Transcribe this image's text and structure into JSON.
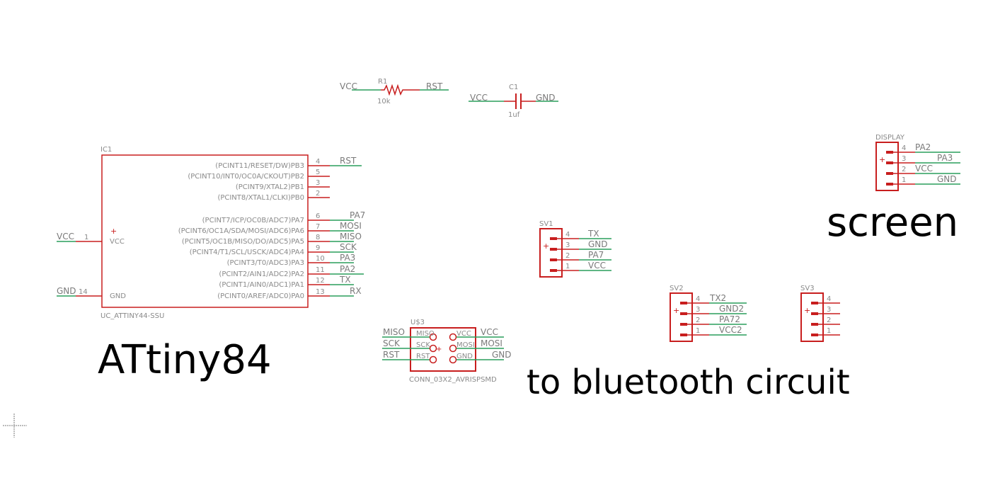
{
  "annotations": {
    "attiny": "ATtiny84",
    "screen": "screen",
    "bluetooth": "to bluetooth circuit"
  },
  "colors": {
    "part": "#c81e1e",
    "wire": "#2a9d5c",
    "text": "#8a8a8a"
  },
  "ic1": {
    "name": "IC1",
    "value": "UC_ATTINY44-SSU",
    "left_pins": [
      {
        "num": "1",
        "name": "VCC",
        "net": "VCC",
        "plus": true
      },
      {
        "num": "14",
        "name": "GND",
        "net": "GND"
      }
    ],
    "right_pins": [
      {
        "num": "4",
        "name": "(PCINT11/RESET/DW)PB3",
        "net": "RST"
      },
      {
        "num": "5",
        "name": "(PCINT10/INT0/OC0A/CKOUT)PB2",
        "net": ""
      },
      {
        "num": "3",
        "name": "(PCINT9/XTAL2)PB1",
        "net": ""
      },
      {
        "num": "2",
        "name": "(PCINT8/XTAL1/CLKI)PB0",
        "net": ""
      },
      {
        "num": "6",
        "name": "(PCINT7/ICP/OC0B/ADC7)PA7",
        "net": "PA7"
      },
      {
        "num": "7",
        "name": "(PCINT6/OC1A/SDA/MOSI/ADC6)PA6",
        "net": "MOSI"
      },
      {
        "num": "8",
        "name": "(PCINT5/OC1B/MISO/DO/ADC5)PA5",
        "net": "MISO"
      },
      {
        "num": "9",
        "name": "(PCINT4/T1/SCL/USCK/ADC4)PA4",
        "net": "SCK"
      },
      {
        "num": "10",
        "name": "(PCINT3/T0/ADC3)PA3",
        "net": "PA3"
      },
      {
        "num": "11",
        "name": "(PCINT2/AIN1/ADC2)PA2",
        "net": "PA2"
      },
      {
        "num": "12",
        "name": "(PCINT1/AIN0/ADC1)PA1",
        "net": "TX"
      },
      {
        "num": "13",
        "name": "(PCINT0/AREF/ADC0)PA0",
        "net": "RX"
      }
    ]
  },
  "r1": {
    "name": "R1",
    "value": "10k",
    "net_left": "VCC",
    "net_right": "RST"
  },
  "c1": {
    "name": "C1",
    "value": "1uf",
    "net_left": "VCC",
    "net_right": "GND"
  },
  "u$3": {
    "name": "U$3",
    "value": "CONN_03X2_AVRISPSMD",
    "left": [
      {
        "pin": "MISO",
        "net": "MISO"
      },
      {
        "pin": "SCK",
        "net": "SCK"
      },
      {
        "pin": "RST",
        "net": "RST"
      }
    ],
    "right": [
      {
        "pin": "VCC",
        "net": "VCC"
      },
      {
        "pin": "MOSI",
        "net": "MOSI"
      },
      {
        "pin": "GND",
        "net": "GND"
      }
    ]
  },
  "sv1": {
    "name": "SV1",
    "pins": [
      {
        "num": "4",
        "net": "TX"
      },
      {
        "num": "3",
        "net": "GND"
      },
      {
        "num": "2",
        "net": "PA7"
      },
      {
        "num": "1",
        "net": "VCC"
      }
    ]
  },
  "display": {
    "name": "DISPLAY",
    "pins": [
      {
        "num": "4",
        "net": "PA2"
      },
      {
        "num": "3",
        "net": "PA3"
      },
      {
        "num": "2",
        "net": "VCC"
      },
      {
        "num": "1",
        "net": "GND"
      }
    ]
  },
  "sv2": {
    "name": "SV2",
    "pins": [
      {
        "num": "4",
        "net": "TX2"
      },
      {
        "num": "3",
        "net": "GND2"
      },
      {
        "num": "2",
        "net": "PA72"
      },
      {
        "num": "1",
        "net": "VCC2"
      }
    ]
  },
  "sv3": {
    "name": "SV3",
    "pins": [
      {
        "num": "4",
        "net": ""
      },
      {
        "num": "3",
        "net": ""
      },
      {
        "num": "2",
        "net": ""
      },
      {
        "num": "1",
        "net": ""
      }
    ]
  }
}
